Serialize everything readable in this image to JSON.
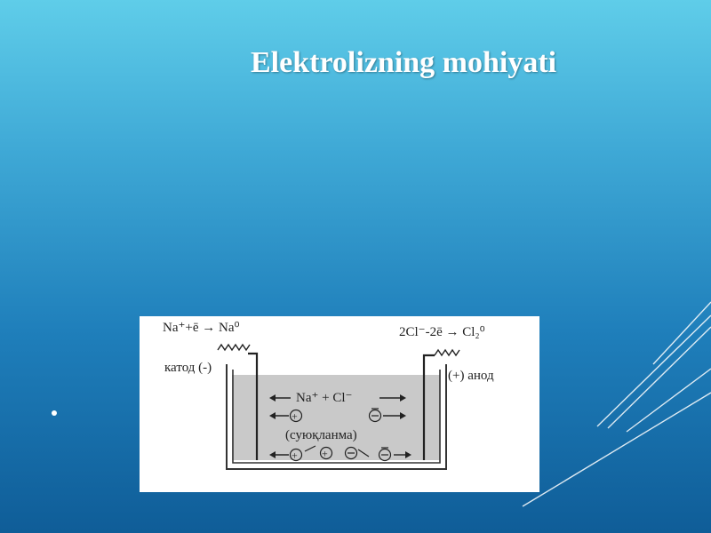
{
  "slide": {
    "title": "Elektrolizning mohiyati"
  },
  "diagram": {
    "cathode_reaction": "Na⁺+ē → Na⁰",
    "anode_reaction": "2Cl⁻-2ē → Cl₂⁰",
    "cathode_label": "катод (-)",
    "anode_label": "(+) анод",
    "ions_label": "Na⁺ + Cl⁻",
    "melt_label": "(суюқланма)"
  },
  "colors": {
    "accent_lines": "#ffffff",
    "background_top": "#5fcde9",
    "background_bottom": "#0f5d98"
  }
}
